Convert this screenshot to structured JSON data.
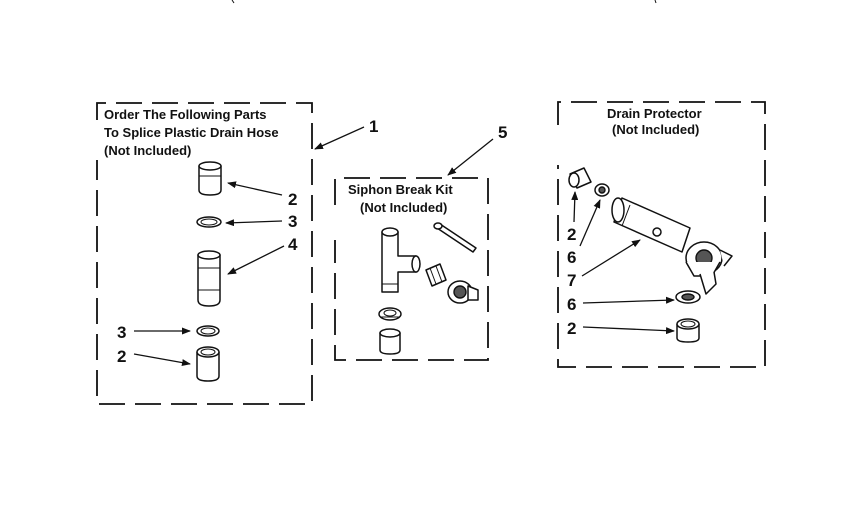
{
  "groups": {
    "splice": {
      "title_lines": [
        "Order The Following Parts",
        "To Splice Plastic Drain Hose",
        "(Not Included)"
      ]
    },
    "siphon": {
      "title_lines": [
        "Siphon Break Kit",
        "(Not Included)"
      ]
    },
    "drain": {
      "title_lines": [
        "Drain Protector",
        "(Not Included)"
      ]
    }
  },
  "callouts": {
    "c1": "1",
    "c5": "5",
    "splice_top_2": "2",
    "splice_top_3": "3",
    "splice_4": "4",
    "splice_bottom_3": "3",
    "splice_bottom_2": "2",
    "drain_left_2": "2",
    "drain_left_6": "6",
    "drain_7": "7",
    "drain_right_6": "6",
    "drain_right_2": "2"
  },
  "colors": {
    "ink": "#111111",
    "background": "#ffffff"
  }
}
